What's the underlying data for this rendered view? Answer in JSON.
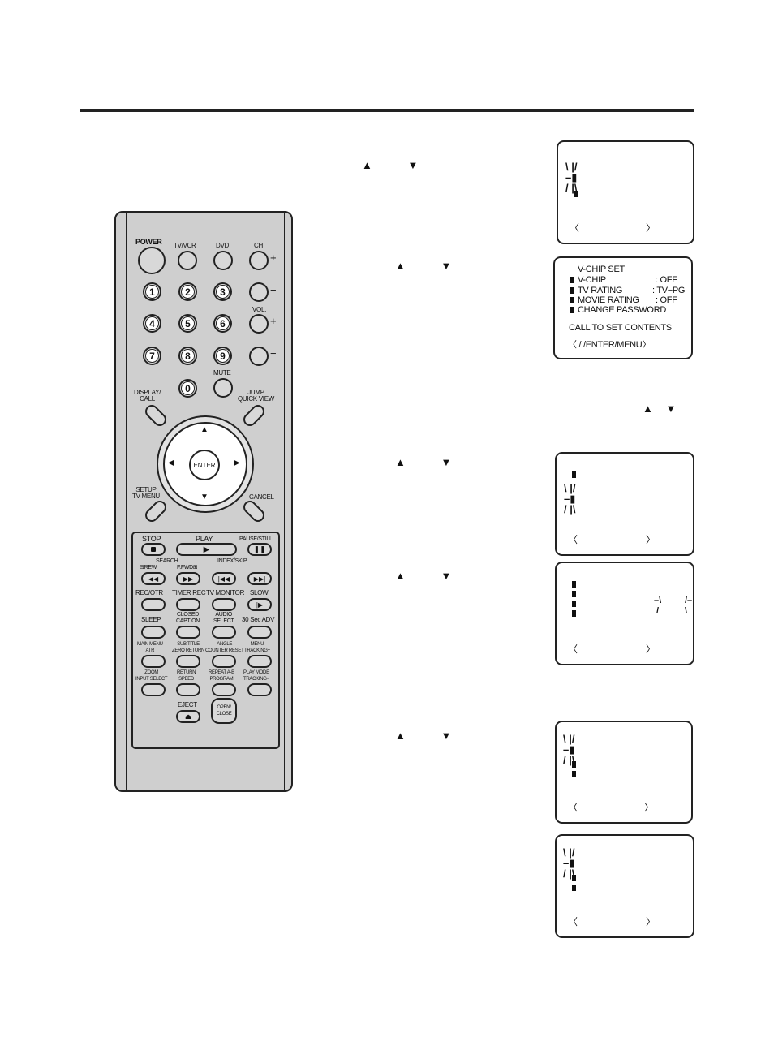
{
  "arrows": {
    "up_down": "▲ ▼"
  },
  "screen_nav": {
    "left": "〈",
    "right": "〉"
  },
  "vchip_menu": {
    "title": "V-CHIP SET",
    "items": [
      {
        "label": "V-CHIP",
        "value": ": OFF"
      },
      {
        "label": "TV RATING",
        "value": ": TV−PG"
      },
      {
        "label": "MOVIE RATING",
        "value": ": OFF"
      },
      {
        "label": "CHANGE PASSWORD",
        "value": ""
      }
    ],
    "hint": "CALL TO SET CONTENTS",
    "nav": "〈 / /ENTER/MENU〉"
  },
  "remote": {
    "power": "POWER",
    "tvvcr": "TV/VCR",
    "dvd": "DVD",
    "ch": "CH",
    "vol": "VOL.",
    "mute": "MUTE",
    "plus": "+",
    "minus": "−",
    "numbers": [
      "1",
      "2",
      "3",
      "4",
      "5",
      "6",
      "7",
      "8",
      "9",
      "0"
    ],
    "display_call": "DISPLAY/\nCALL",
    "jump": "JUMP\nQUICK VIEW",
    "enter": "ENTER",
    "setup": "SETUP\nTV MENU",
    "cancel": "CANCEL",
    "stop": "STOP",
    "play": "PLAY",
    "pause": "PAUSE/STILL",
    "search": "SEARCH",
    "rew": "⊟REW",
    "ffwd": "F.FWD⊞",
    "index_skip": "INDEX/SKIP",
    "rec_otr": "REC/OTR",
    "timer_rec": "TIMER REC",
    "tv_monitor": "TV MONITOR",
    "slow": "SLOW",
    "sleep": "SLEEP",
    "closed_caption": "CLOSED\nCAPTION",
    "audio_select": "AUDIO\nSELECT",
    "adv": "30 Sec ADV",
    "main_menu": "MAIN MENU\nATR",
    "sub_title": "SUB TITLE\nZERO RETURN",
    "angle": "ANGLE\nCOUNTER RESET",
    "menu": "MENU\nTRACKING+",
    "zoom": "ZOOM\nINPUT SELECT",
    "return": "RETURN\nSPEED",
    "repeat": "REPEAT A-B\nPROGRAM",
    "play_mode": "PLAY MODE\nTRACKING−",
    "eject": "EJECT",
    "open_close": "OPEN/\nCLOSE"
  }
}
